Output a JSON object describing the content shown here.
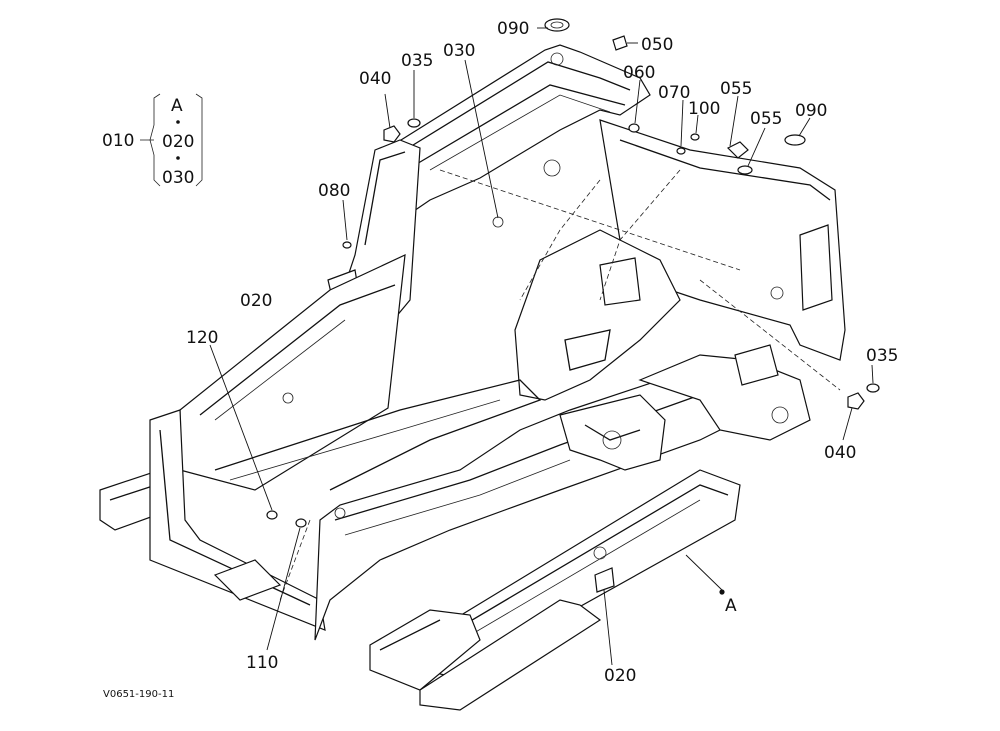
{
  "diagram_code": "V0651-190-11",
  "bracket_group": {
    "main": "010",
    "items": [
      "A",
      "020",
      "030"
    ]
  },
  "callouts": {
    "c090_top": "090",
    "c050": "050",
    "c040_left": "040",
    "c035_left": "035",
    "c030": "030",
    "c060": "060",
    "c070": "070",
    "c100": "100",
    "c055_a": "055",
    "c055_b": "055",
    "c090_right": "090",
    "c080": "080",
    "c020_left": "020",
    "c120": "120",
    "c035_right": "035",
    "c040_right": "040",
    "c110": "110",
    "c020_bottom": "020",
    "cA": "A"
  }
}
